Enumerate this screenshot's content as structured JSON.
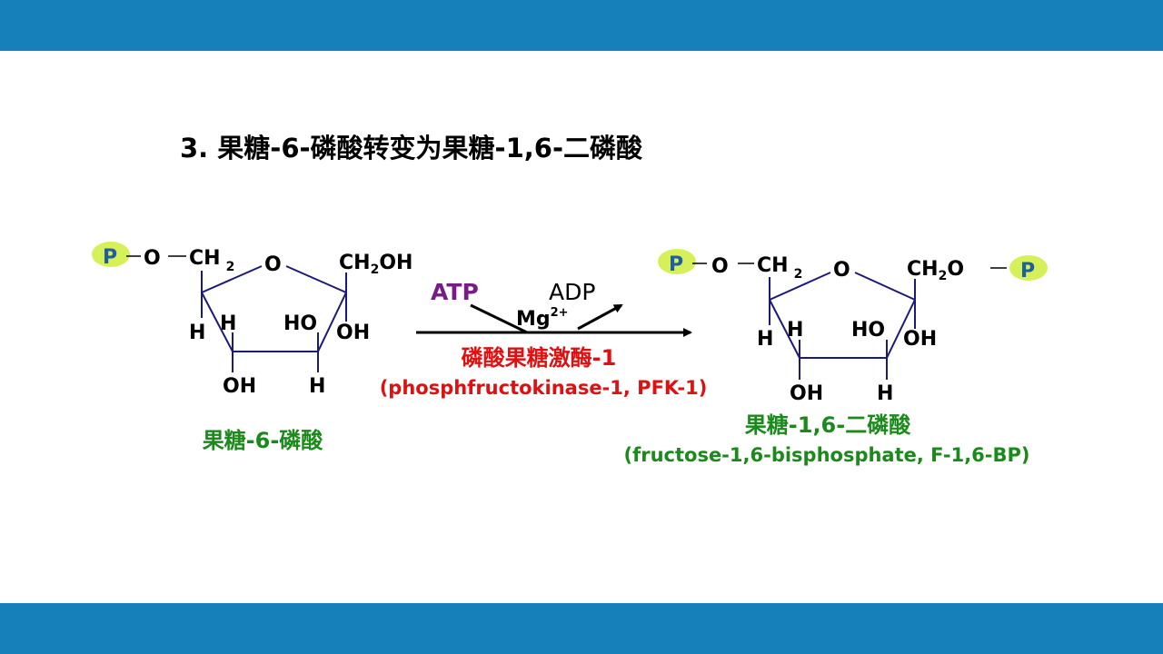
{
  "colors": {
    "band": "#1580ba",
    "bond": "#1a1a7a",
    "phosphate_fill": "#d6f05a",
    "phosphate_text": "#1f5fa0",
    "compound_label": "#1a8a1a",
    "enzyme_label": "#e01010",
    "atp": "#7a1a8a",
    "text": "#000000"
  },
  "slide": {
    "title": "3. 果糖-6-磷酸转变为果糖-1,6-二磷酸"
  },
  "substrate": {
    "phosphate": "P",
    "o_link": "O",
    "ch2": "CH",
    "ch2_sub": "2",
    "ring_o": "O",
    "ch2oh": "CH",
    "ch2oh_sub": "2",
    "ch2oh_tail": "OH",
    "h_left": "H",
    "h_left2": "H",
    "ho_right": "HO",
    "oh_right": "OH",
    "oh_bottom": "OH",
    "h_bottom": "H",
    "name": "果糖-6-磷酸"
  },
  "reaction": {
    "atp": "ATP",
    "adp": "ADP",
    "cofactor": "Mg",
    "cofactor_sup": "2+",
    "enzyme_name": "磷酸果糖激酶-1",
    "enzyme_english": "(phosphfructokinase-1, PFK-1)"
  },
  "product": {
    "phosphate_left": "P",
    "o_link": "O",
    "ch2": "CH",
    "ch2_sub": "2",
    "ring_o": "O",
    "ch2o": "CH",
    "ch2o_sub": "2",
    "ch2o_tail": "O",
    "phosphate_right": "P",
    "h_left": "H",
    "h_left2": "H",
    "ho_right": "HO",
    "oh_right": "OH",
    "oh_bottom": "OH",
    "h_bottom": "H",
    "name": "果糖-1,6-二磷酸",
    "english": "(fructose-1,6-bisphosphate, F-1,6-BP)"
  }
}
